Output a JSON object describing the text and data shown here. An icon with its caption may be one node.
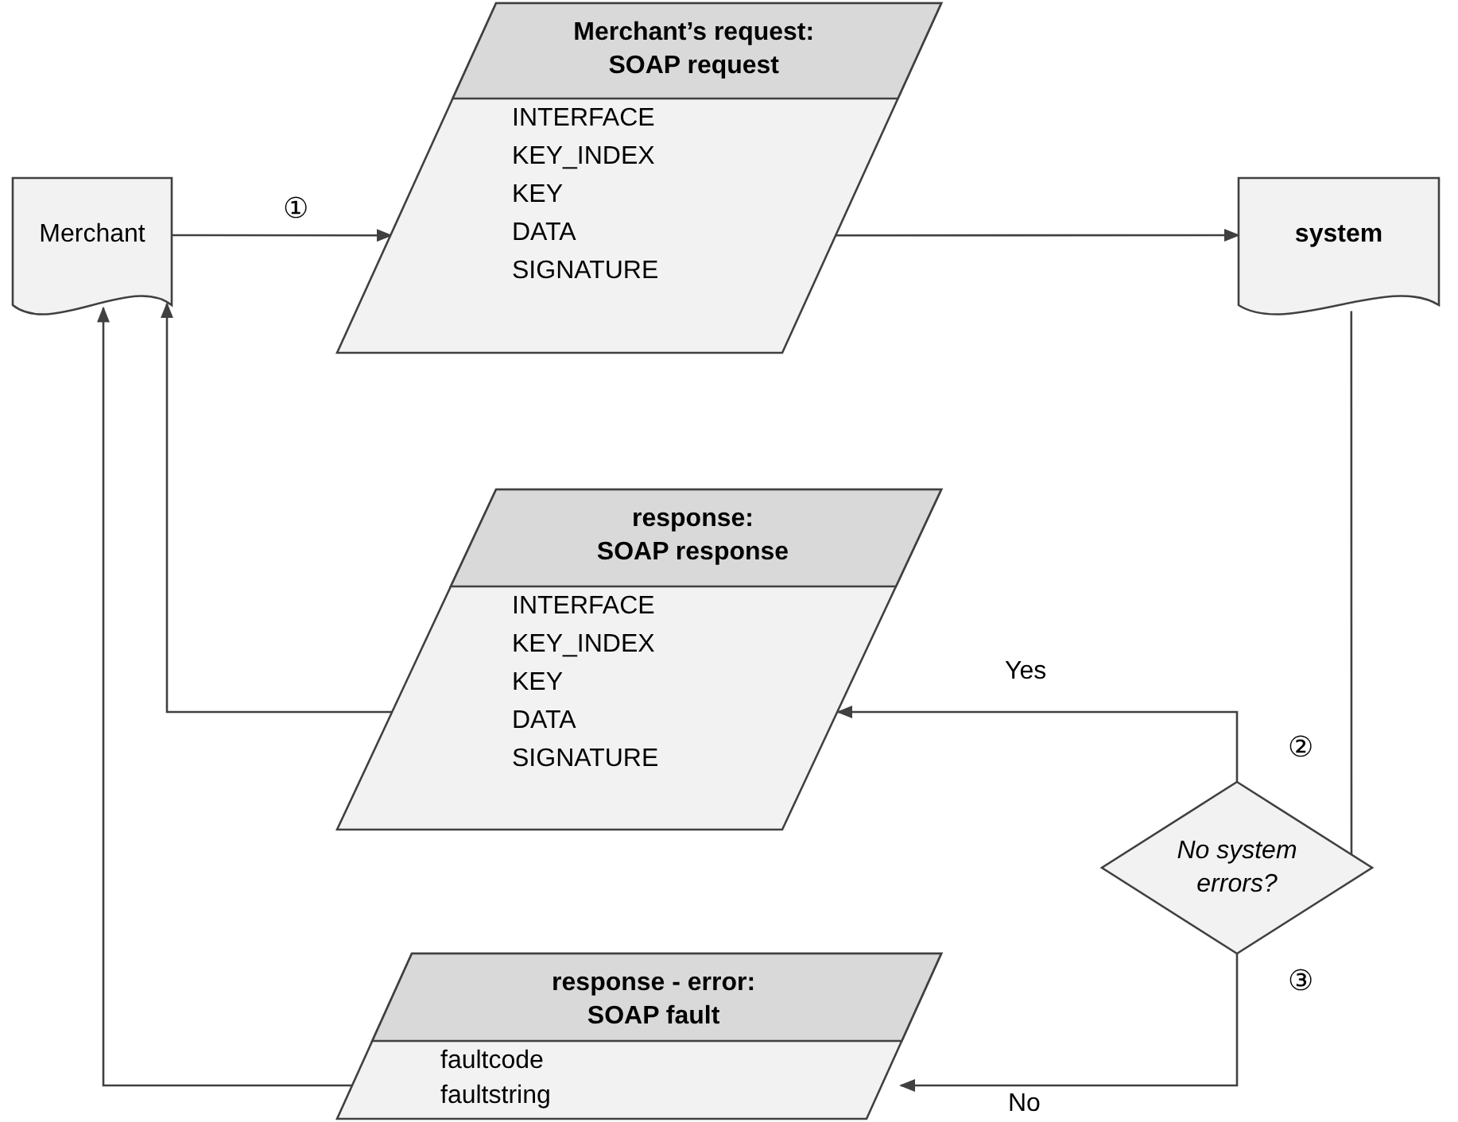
{
  "diagram": {
    "nodes": [
      {
        "text": [
          "Merchant"
        ]
      },
      {
        "text": [
          "Merchant’s request:",
          "SOAP request",
          "INTERFACE",
          "KEY_INDEX",
          "KEY",
          "DATA",
          "SIGNATURE"
        ]
      },
      {
        "text": [
          "system"
        ]
      },
      {
        "text": [
          "response:",
          "SOAP response",
          "INTERFACE",
          "KEY_INDEX",
          "KEY",
          "DATA",
          "SIGNATURE"
        ]
      },
      {
        "text": [
          "No system errors?"
        ]
      },
      {
        "text": [
          "response - error:",
          "SOAP fault",
          "faultcode",
          "faultstring"
        ]
      }
    ],
    "edges": [
      {
        "from": 0,
        "to": 1,
        "arrow": "to"
      },
      {
        "from": 1,
        "to": 2,
        "arrow": "to"
      },
      {
        "from": 2,
        "to": 4,
        "arrow": "to"
      },
      {
        "from": 4,
        "to": 3,
        "arrow": "to",
        "label": "Yes"
      },
      {
        "from": 4,
        "to": 5,
        "arrow": "to",
        "label": "No"
      },
      {
        "from": 3,
        "to": 0,
        "arrow": "to"
      },
      {
        "from": 5,
        "to": 0,
        "arrow": "to"
      }
    ],
    "labels": [
      "①",
      "②",
      "③"
    ]
  }
}
